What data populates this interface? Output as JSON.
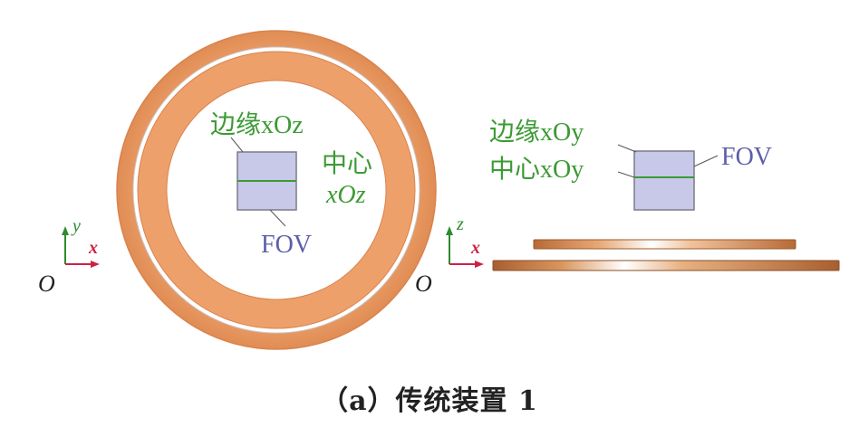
{
  "labels": {
    "left_edge": "边缘xOz",
    "left_center_line1": "中心",
    "left_center_line2": "xOz",
    "left_fov": "FOV",
    "right_edge": "边缘xOy",
    "right_center": "中心xOy",
    "right_fov": "FOV"
  },
  "axes_left": {
    "origin": "O",
    "horizontal": "x",
    "vertical": "y"
  },
  "axes_right": {
    "origin": "O",
    "horizontal": "x",
    "vertical": "z"
  },
  "caption": "（a）传统装置 1",
  "colors": {
    "ring": "#eea06a",
    "ring_dark": "#d9834d",
    "fov_fill": "#c8c8e8",
    "fov_stroke": "#7a7a8c",
    "label_green": "#3c9a34",
    "label_blue": "#5b5fa8",
    "axis_green": "#2e8b2e",
    "axis_red": "#cc2244"
  }
}
